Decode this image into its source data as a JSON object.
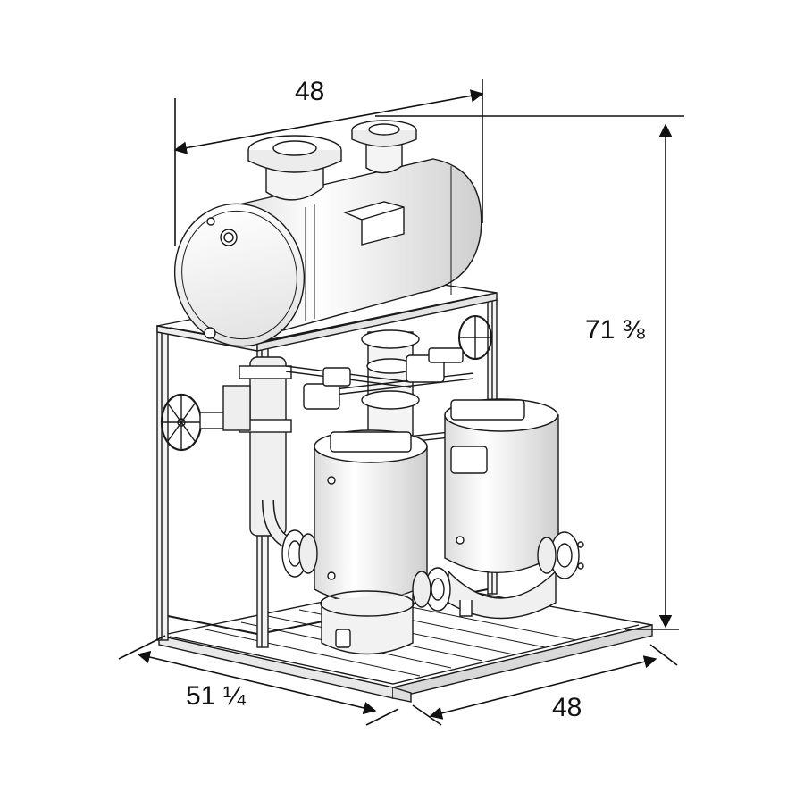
{
  "dimensions": {
    "top_width": "48",
    "height": "71 ⅜",
    "base_depth": "51 ¼",
    "base_width": "48"
  },
  "drawing": {
    "line_color": "#1a1a1a",
    "fill_color": "#ffffff",
    "shade_color": "#e6e6e6"
  }
}
